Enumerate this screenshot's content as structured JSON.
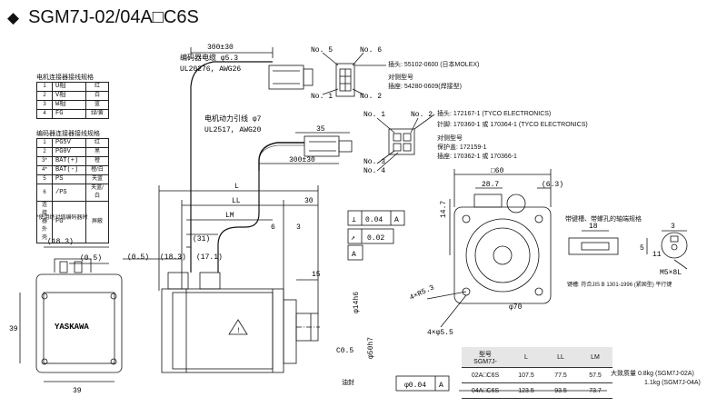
{
  "title": "SGM7J-02/04A□C6S",
  "motor_table": {
    "caption": "电机连接器接线规格",
    "rows": [
      {
        "n": "1",
        "s": "U相",
        "c": "红"
      },
      {
        "n": "2",
        "s": "V相",
        "c": "白"
      },
      {
        "n": "3",
        "s": "W相",
        "c": "蓝"
      },
      {
        "n": "4",
        "s": "FG",
        "c": "绿/黄"
      }
    ]
  },
  "encoder_table": {
    "caption": "编码器连接器接线规格",
    "rows": [
      {
        "n": "1",
        "s": "PG5V",
        "c": "红"
      },
      {
        "n": "2",
        "s": "PG0V",
        "c": "黑"
      },
      {
        "n": "3*",
        "s": "BAT(+)",
        "c": "橙"
      },
      {
        "n": "4*",
        "s": "BAT(-)",
        "c": "橙/白"
      },
      {
        "n": "5",
        "s": "PS",
        "c": "天蓝"
      },
      {
        "n": "6",
        "s": "/PS",
        "c": "天蓝/白"
      },
      {
        "n": "连接器外壳",
        "s": "FG",
        "c": "屏蔽"
      }
    ],
    "note": "*使用绝对值编码器时"
  },
  "cables": {
    "encoder_cable": "编码器电缆 φ5.3",
    "encoder_spec": "UL20276, AWG26",
    "power_cable": "电机动力引线 φ7",
    "power_spec": "UL2517, AWG20",
    "len_300_a": "300±30",
    "len_300_b": "300±30",
    "len_35": "35"
  },
  "encoder_conn": {
    "no5": "No. 5",
    "no6": "No. 6",
    "no1": "No. 1",
    "no2": "No. 2",
    "plug": "插头: 55102-0600 (日本MOLEX)",
    "model_title": "对侧型号",
    "socket": "插座: 54280-0609(焊接型)"
  },
  "power_conn": {
    "no1": "No. 1",
    "no2": "No. 2",
    "no3": "No. 3",
    "no4": "No. 4",
    "plug": "插头: 172167-1 (TYCO ELECTRONICS)",
    "pin": "针脚: 170360-1 或 170364-1 (TYCO ELECTRONICS)",
    "model_title": "对侧型号",
    "housing": "保护盖: 172159-1",
    "socket": "插座: 170362-1 或 170366-1"
  },
  "side_dims": {
    "L": "L",
    "LL": "LL",
    "LM": "LM",
    "d30": "30",
    "d31": "(31)",
    "d17_1": "(17.1)",
    "d18_3": "(18.3)",
    "d0_5": "(0.5)",
    "d6": "6",
    "d3": "3",
    "d15": "15",
    "shaft": "φ14h6",
    "flange": "φ50h7",
    "c0_5": "C0.5",
    "note": "油封",
    "tol_flat": "0.04",
    "tol_A": "A",
    "tol_run": "0.02",
    "tol_conc": "φ0.04",
    "datum": "A"
  },
  "left_view": {
    "d18_3": "(18.3)",
    "d0_5": "(0.5)",
    "d39_v": "39",
    "d39_h": "39",
    "brand": "YASKAWA"
  },
  "front_view": {
    "d60": "□60",
    "d28_7": "28.7",
    "d6_3": "(6.3)",
    "d14_7": "14.7",
    "r5_3": "4×R5.3",
    "hole": "4×φ5.5",
    "pcd": "φ70"
  },
  "keyed_shaft": {
    "caption": "带键槽、带螺孔的轴端规格",
    "d18": "18",
    "d3": "3",
    "d5": "5",
    "d11": "11",
    "m": "M5×8L",
    "note": "键槽: 符合JIS B 1301-1996 (紧固型) 平行键"
  },
  "dims_table": {
    "head": [
      "型号\nSGM7J-",
      "L",
      "LL",
      "LM"
    ],
    "rows": [
      [
        "02A□C6S",
        "107.5",
        "77.5",
        "57.5"
      ],
      [
        "04A□C6S",
        "123.5",
        "93.5",
        "73.7"
      ]
    ]
  },
  "mass": {
    "title": "大致质量",
    "line1": "0.8kg (SGM7J-02A)",
    "line2": "1.1kg (SGM7J-04A)"
  }
}
